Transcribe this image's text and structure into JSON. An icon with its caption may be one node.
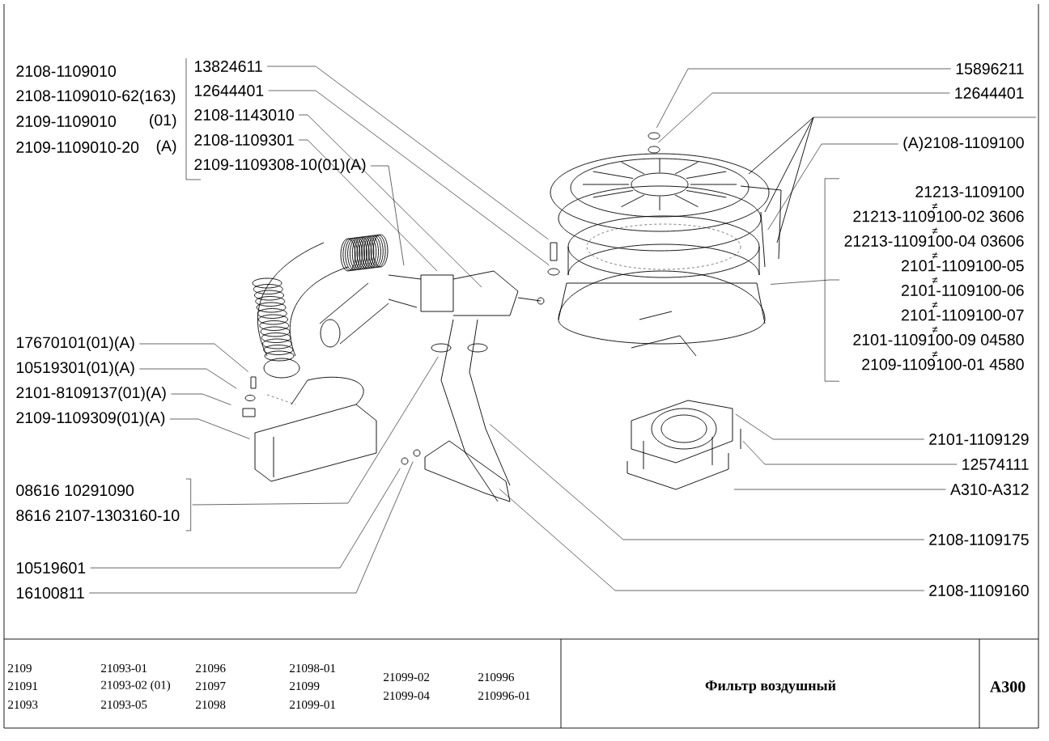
{
  "diagram": {
    "title": "Фильтр воздушный",
    "nodes": [
      {
        "text": [
          "13824611"
        ]
      },
      {
        "text": [
          "12644401"
        ]
      },
      {
        "text": [
          "2108-1143010"
        ]
      },
      {
        "text": [
          "2108-1109301"
        ]
      },
      {
        "text": [
          "2109-1109308-10(01)(A)"
        ]
      },
      {
        "text": [
          "15896211"
        ]
      },
      {
        "text": [
          "12644401"
        ]
      },
      {
        "text": [
          "(A)2108-1109100"
        ]
      },
      {
        "text": [
          "21213-1109100",
          "21213-1109100-02 3606",
          "21213-1109100-04 03606",
          "2101-1109100-05",
          "2101-1109100-06",
          "2101-1109100-07",
          "2101-1109100-09 04580",
          "2109-1109100-01 4580"
        ]
      },
      {
        "text": [
          "17670101(01)(A)"
        ]
      },
      {
        "text": [
          "10519301(01)(A)"
        ]
      },
      {
        "text": [
          "2101-8109137(01)(A)"
        ]
      },
      {
        "text": [
          "2109-1109309(01)(A)"
        ]
      },
      {
        "text": [
          "08616 10291090",
          "8616 2107-1303160-10"
        ]
      },
      {
        "text": [
          "10519601"
        ]
      },
      {
        "text": [
          "16100811"
        ]
      },
      {
        "text": [
          "2101-1109129"
        ]
      },
      {
        "text": [
          "12574111"
        ]
      },
      {
        "text": [
          "A310-A312"
        ]
      },
      {
        "text": [
          "2108-1109175"
        ]
      },
      {
        "text": [
          "2108-1109160"
        ]
      }
    ],
    "edges": [
      {
        "from": 0,
        "to": null,
        "arrow": "none"
      },
      {
        "from": 1,
        "to": null,
        "arrow": "none"
      },
      {
        "from": 2,
        "to": null,
        "arrow": "none"
      },
      {
        "from": 3,
        "to": null,
        "arrow": "none"
      },
      {
        "from": 4,
        "to": null,
        "arrow": "none"
      },
      {
        "from": 5,
        "to": null,
        "arrow": "none"
      },
      {
        "from": 6,
        "to": null,
        "arrow": "none"
      },
      {
        "from": 7,
        "to": null,
        "arrow": "none"
      },
      {
        "from": 8,
        "to": null,
        "arrow": "none"
      },
      {
        "from": 9,
        "to": null,
        "arrow": "none"
      },
      {
        "from": 10,
        "to": null,
        "arrow": "none"
      },
      {
        "from": 11,
        "to": null,
        "arrow": "none"
      },
      {
        "from": 12,
        "to": null,
        "arrow": "none"
      },
      {
        "from": 13,
        "to": null,
        "arrow": "none"
      },
      {
        "from": 14,
        "to": null,
        "arrow": "none"
      },
      {
        "from": 15,
        "to": null,
        "arrow": "none"
      },
      {
        "from": 16,
        "to": null,
        "arrow": "none"
      },
      {
        "from": 17,
        "to": null,
        "arrow": "none"
      },
      {
        "from": 18,
        "to": null,
        "arrow": "none"
      },
      {
        "from": 19,
        "to": null,
        "arrow": "none"
      },
      {
        "from": 20,
        "to": null,
        "arrow": "none"
      }
    ],
    "labels": [
      "2108-1109010",
      "2108-1109010-62(163)",
      "2109-1109010",
      "(01)",
      "2109-1109010-20",
      "(A)",
      "≠",
      "≠",
      "≠",
      "≠",
      "≠",
      "≠",
      "≠",
      "2109",
      "21093-01",
      "21096",
      "21098-01",
      "21099-02",
      "210996",
      "21091",
      "21093-02 (01)",
      "21097",
      "21099",
      "21099-04",
      "210996-01",
      "21093",
      "21093-05",
      "21098",
      "21099-01",
      "A300"
    ]
  }
}
